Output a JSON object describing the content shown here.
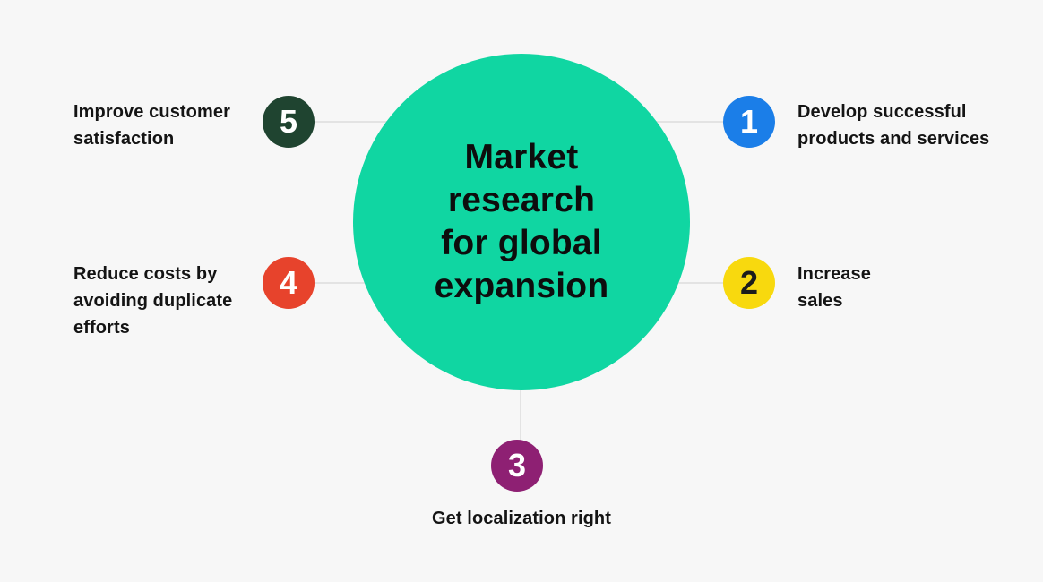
{
  "title": {
    "text": "Market research for global expansion",
    "lines": [
      "Market",
      "research",
      "for global",
      "expansion"
    ]
  },
  "items": [
    {
      "number": "1",
      "position": "top-right",
      "label": "Develop successful products and services",
      "label_lines": [
        "Develop successful",
        "products and services"
      ],
      "badge_color": "#1b7ee8",
      "number_color": "#ffffff"
    },
    {
      "number": "2",
      "position": "right",
      "label": "Increase sales",
      "label_lines": [
        "Increase",
        "sales"
      ],
      "badge_color": "#f8d90e",
      "number_color": "#1c1c1c"
    },
    {
      "number": "3",
      "position": "bottom",
      "label": "Get localization right",
      "label_lines": [
        "Get localization right"
      ],
      "badge_color": "#8e2073",
      "number_color": "#ffffff"
    },
    {
      "number": "4",
      "position": "left",
      "label": "Reduce costs by avoiding duplicate efforts",
      "label_lines": [
        "Reduce costs by",
        "avoiding duplicate",
        "efforts"
      ],
      "badge_color": "#e7432c",
      "number_color": "#ffffff"
    },
    {
      "number": "5",
      "position": "top-left",
      "label": "Improve customer satisfaction",
      "label_lines": [
        "Improve customer",
        "satisfaction"
      ],
      "badge_color": "#1f4430",
      "number_color": "#ffffff"
    }
  ],
  "colors": {
    "background": "#f7f7f7",
    "center_circle": "#10d6a2",
    "title_text": "#0d0d0d",
    "label_text": "#141414",
    "connector": "#e3e3e3"
  }
}
